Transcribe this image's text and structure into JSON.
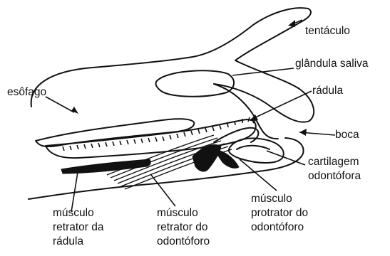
{
  "labels": {
    "tentaculo": "tentáculo",
    "glandula": "glândula saliva",
    "radula": "rádula",
    "esofago": "esôfago",
    "boca": "boca",
    "cartilagem": [
      "cartilagem",
      "odontófora"
    ],
    "musculo_protrator": [
      "músculo",
      "protrator do",
      "odontóforo"
    ],
    "musculo_retrator_odontoforo": [
      "músculo",
      "retrator do",
      "odontóforo"
    ],
    "musculo_retrator_radula": [
      "músculo",
      "retrator da",
      "rádula"
    ]
  },
  "colors": {
    "ink": "#111111",
    "paper": "#ffffff"
  }
}
